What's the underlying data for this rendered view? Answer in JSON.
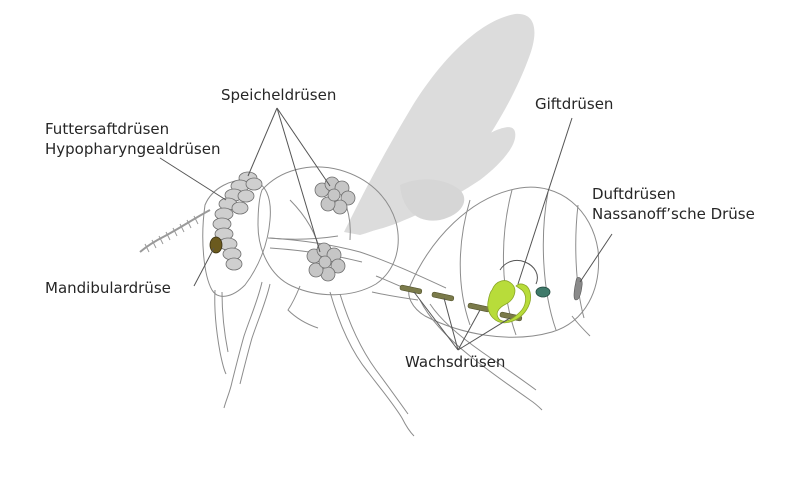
{
  "labels": {
    "speicheldruesen": "Speicheldrüsen",
    "futtersaft_line1": "Futtersaftdrüsen",
    "futtersaft_line2": "Hypopharyngealdrüsen",
    "mandibulardruese": "Mandibulardrüse",
    "giftdruesen": "Giftdrüsen",
    "duft_line1": "Duftdrüsen",
    "duft_line2": "Nassanoff’sche Drüse",
    "wachsdruesen": "Wachsdrüsen"
  },
  "colors": {
    "outline": "#8c8c8c",
    "wing": "#dcdcdc",
    "gland_grey": "#9a9a9a",
    "mandibular": "#6b5a1e",
    "venom": "#b8dc3a",
    "scent": "#3f7a6a",
    "wax": "#7a7a4a",
    "leader": "#555555",
    "text": "#262626"
  },
  "icons": {
    "bee": "honeybee-illustration"
  }
}
